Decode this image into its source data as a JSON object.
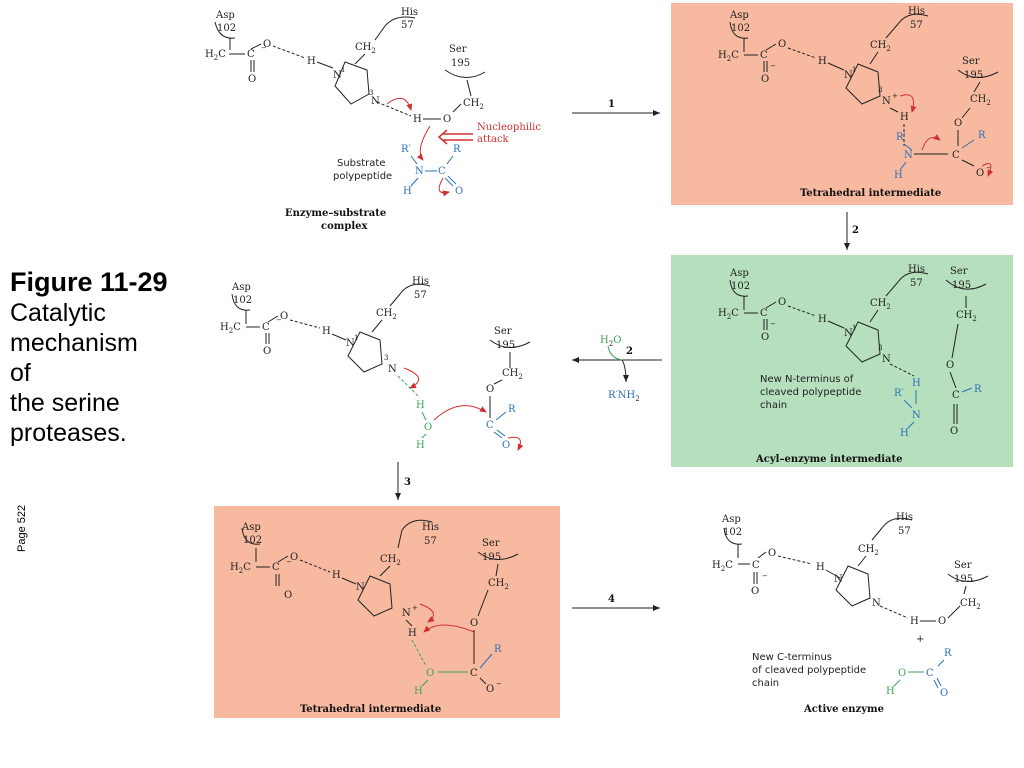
{
  "caption": {
    "figure_number": "Figure 11-29",
    "lines": [
      "Catalytic",
      "mechanism",
      "of",
      "the serine",
      "proteases."
    ],
    "page_ref": "Page 522"
  },
  "colors": {
    "salmon_panel": "#f7b9a0",
    "green_panel": "#b5dfbd",
    "red_arrow": "#d03030",
    "blue_group": "#2f6fb7",
    "green_group": "#3aa35a"
  },
  "common": {
    "asp": "Asp",
    "asp_num": "102",
    "his": "His",
    "his_num": "57",
    "ser": "Ser",
    "ser_num": "195",
    "ch2": "CH",
    "h2c": "H",
    "c": "C",
    "o": "O",
    "n": "N",
    "h": "H",
    "r": "R",
    "r_prime": "R′",
    "minus": "−",
    "plus": "+",
    "ring_n1": "1",
    "ring_n3": "3",
    "sub2": "2"
  },
  "panels": {
    "enzyme_substrate": {
      "label_line1": "Enzyme–substrate",
      "label_line2": "complex",
      "nucleophilic_1": "Nucleophilic",
      "nucleophilic_2": "attack",
      "substrate_1": "Substrate",
      "substrate_2": "polypeptide"
    },
    "tetrahedral_1": {
      "label": "Tetrahedral intermediate"
    },
    "acyl_enzyme": {
      "label": "Acyl–enzyme intermediate",
      "note_1": "New N-terminus of",
      "note_2": "cleaved polypeptide",
      "note_3": "chain"
    },
    "water_attack": {},
    "tetrahedral_2": {
      "label": "Tetrahedral intermediate"
    },
    "active_enzyme": {
      "label": "Active enzyme",
      "note_1": "New C-terminus",
      "note_2": "of cleaved polypeptide",
      "note_3": "chain",
      "plus": "+"
    }
  },
  "steps": {
    "step1": "1",
    "step2a": "2",
    "step2b": "2",
    "step3": "3",
    "step4": "4",
    "water": "H",
    "water_o": "O",
    "amine": "R′NH"
  }
}
